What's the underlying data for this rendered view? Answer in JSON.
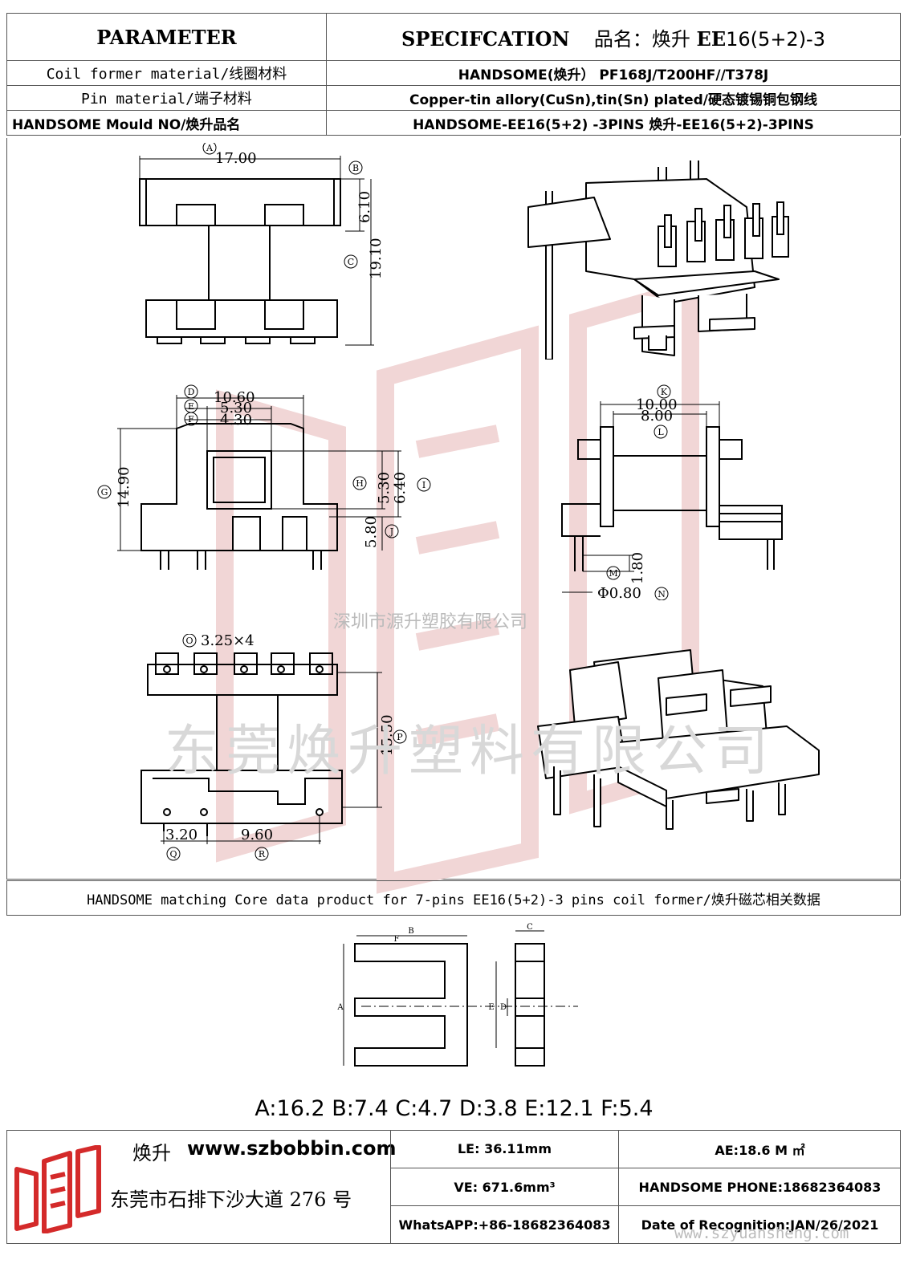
{
  "header": {
    "parameter": "PARAMETER",
    "specification": "SPECIFCATION",
    "name_label": "品名：焕升",
    "model_bold": "EE",
    "model_rest": "16(5+2)-3"
  },
  "rows": [
    {
      "label": "Coil former material/线圈材料",
      "value": "HANDSOME(焕升）  PF168J/T200HF//T378J"
    },
    {
      "label": "Pin material/端子材料",
      "value": "Copper-tin allory(CuSn),tin(Sn) plated/硬态镀锡铜包钢线"
    },
    {
      "label": "HANDSOME Mould NO/焕升品名",
      "value": "HANDSOME-EE16(5+2) -3PINS    焕升-EE16(5+2)-3PINS"
    }
  ],
  "dims": {
    "A": "17.00",
    "B": "6.10",
    "C": "19.10",
    "D": "10.60",
    "E": "5.30",
    "F": "4.30",
    "G": "14.90",
    "H": "5.30",
    "I": "6.40",
    "J": "5.80",
    "K": "10.00",
    "L": "8.00",
    "M": "1.80",
    "N": "Φ0.80",
    "O": "3.25×4",
    "P": "15.50",
    "Q": "3.20",
    "R": "9.60"
  },
  "dim_letters": {
    "A": "A",
    "B": "B",
    "C": "C",
    "D": "D",
    "E": "E",
    "F": "F",
    "G": "G",
    "H": "H",
    "I": "I",
    "J": "J",
    "K": "K",
    "L": "L",
    "M": "M",
    "N": "N",
    "O": "O",
    "P": "P",
    "Q": "Q",
    "R": "R"
  },
  "watermarks": {
    "small": "深圳市源升塑胶有限公司",
    "large": "东莞焕升塑料有限公司",
    "url": "www.szyuansheng.com"
  },
  "core": {
    "title": "HANDSOME matching Core data  product for 7-pins EE16(5+2)-3 pins coil former/焕升磁芯相关数据",
    "letters": {
      "A": "A",
      "B": "B",
      "C": "C",
      "D": "D",
      "E": "E",
      "F": "F"
    },
    "values": "A:16.2 B:7.4 C:4.7 D:3.8 E:12.1 F:5.4"
  },
  "footer": {
    "brand": "焕升",
    "website": "www.szbobbin.com",
    "address": "东莞市石排下沙大道 276 号",
    "le": "LE: 36.11mm",
    "ae": "AE:18.6 M ㎡",
    "ve": "VE: 671.6mm³",
    "phone": "HANDSOME PHONE:18682364083",
    "whatsapp": "WhatsAPP:+86-18682364083",
    "date": "Date of Recognition:JAN/26/2021"
  },
  "colors": {
    "logo_red": "#d42a2a",
    "line": "#000000",
    "border": "#555555"
  }
}
